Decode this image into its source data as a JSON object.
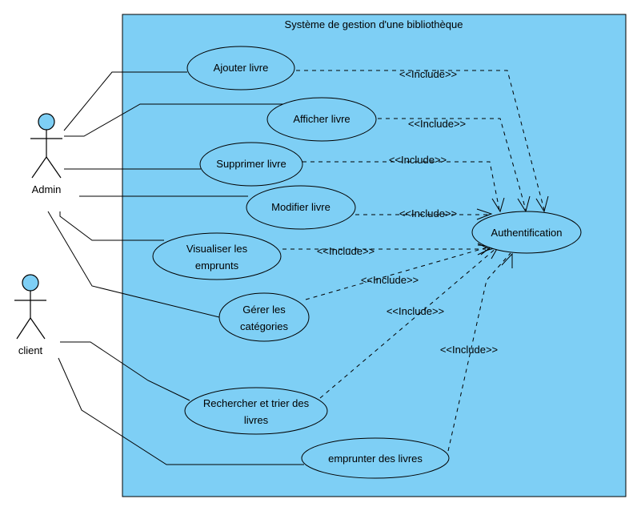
{
  "colors": {
    "system_fill": "#7ecff5",
    "usecase_fill": "#7ecff5",
    "actor_head_fill": "#7ecff5",
    "stroke": "#000000"
  },
  "system": {
    "title": "Système de gestion d'une bibliothèque"
  },
  "actors": [
    {
      "key": "admin",
      "name": "Admin"
    },
    {
      "key": "client",
      "name": "client"
    }
  ],
  "usecases": [
    {
      "key": "ajouter",
      "lines": [
        "Ajouter livre"
      ]
    },
    {
      "key": "afficher",
      "lines": [
        "Afficher livre"
      ]
    },
    {
      "key": "supprimer",
      "lines": [
        "Supprimer livre"
      ]
    },
    {
      "key": "modifier",
      "lines": [
        "Modifier livre"
      ]
    },
    {
      "key": "visualiser",
      "lines": [
        "Visualiser les",
        "emprunts"
      ]
    },
    {
      "key": "gerer",
      "lines": [
        "Gérer les",
        "catégories"
      ]
    },
    {
      "key": "rechercher",
      "lines": [
        "Rechercher et trier des",
        "livres"
      ]
    },
    {
      "key": "emprunter",
      "lines": [
        "emprunter des livres"
      ]
    },
    {
      "key": "auth",
      "lines": [
        "Authentification"
      ]
    }
  ],
  "associations": [
    {
      "actor": "admin",
      "usecase": "ajouter"
    },
    {
      "actor": "admin",
      "usecase": "afficher"
    },
    {
      "actor": "admin",
      "usecase": "supprimer"
    },
    {
      "actor": "admin",
      "usecase": "modifier"
    },
    {
      "actor": "admin",
      "usecase": "visualiser"
    },
    {
      "actor": "admin",
      "usecase": "gerer"
    },
    {
      "actor": "client",
      "usecase": "rechercher"
    },
    {
      "actor": "client",
      "usecase": "emprunter"
    }
  ],
  "includes": [
    {
      "from": "ajouter",
      "to": "auth",
      "label": "<<Include>>"
    },
    {
      "from": "afficher",
      "to": "auth",
      "label": "<<Include>>"
    },
    {
      "from": "supprimer",
      "to": "auth",
      "label": "<<Include>>"
    },
    {
      "from": "modifier",
      "to": "auth",
      "label": "<<Include>>"
    },
    {
      "from": "visualiser",
      "to": "auth",
      "label": "<<Include>>"
    },
    {
      "from": "gerer",
      "to": "auth",
      "label": "<<Include>>"
    },
    {
      "from": "rechercher",
      "to": "auth",
      "label": "<<Include>>"
    },
    {
      "from": "emprunter",
      "to": "auth",
      "label": "<<Include>>"
    }
  ]
}
